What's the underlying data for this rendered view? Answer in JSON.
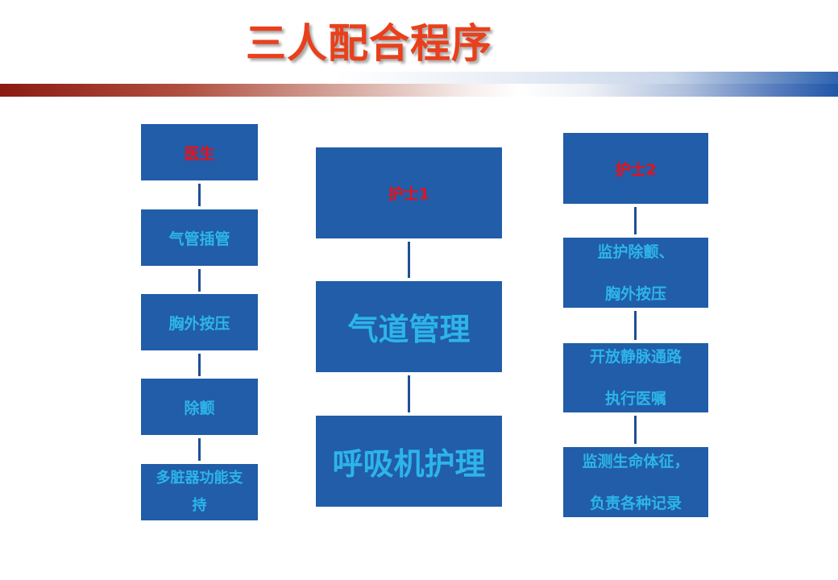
{
  "slide": {
    "title": "三人配合程序"
  },
  "columns": {
    "doctor": {
      "header": "医生",
      "steps": [
        "气管插管",
        "胸外按压",
        "除颤",
        "多脏器功能支",
        "持"
      ]
    },
    "nurse1": {
      "header": "护士1",
      "steps": [
        "气道管理",
        "呼吸机护理"
      ]
    },
    "nurse2": {
      "header": "护士2",
      "steps": [
        [
          "监护除颤、",
          "胸外按压"
        ],
        [
          "开放静脉通路",
          "执行医嘱"
        ],
        [
          "监测生命体征，",
          "负责各种记录"
        ]
      ]
    }
  },
  "colors": {
    "box_fill": "#215da8",
    "box_text": "#2db4ea",
    "header_text": "#e8101a",
    "title_text": "#e8401c",
    "connector": "#1f4f93"
  }
}
